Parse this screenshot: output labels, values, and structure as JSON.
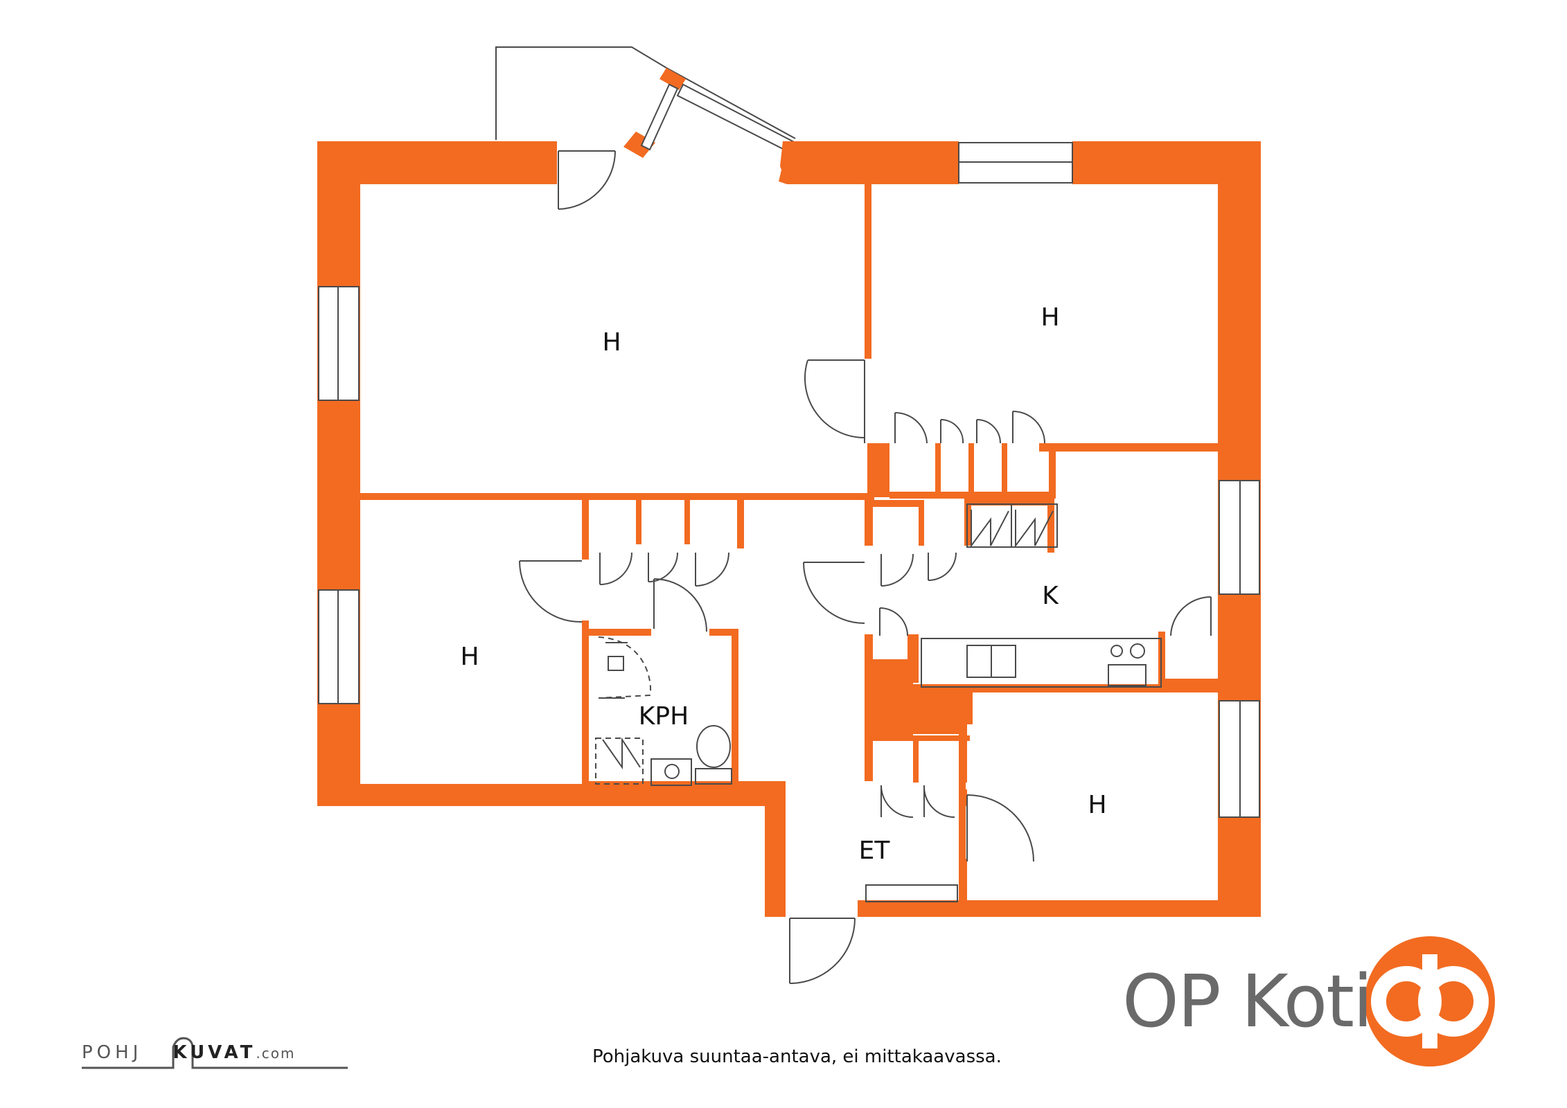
{
  "rooms": [
    {
      "label": "H"
    },
    {
      "label": "H"
    },
    {
      "label": "H"
    },
    {
      "label": "K"
    },
    {
      "label": "KPH"
    },
    {
      "label": "ET"
    },
    {
      "label": "H"
    }
  ],
  "brand": {
    "name": "OP Koti",
    "logo": "op-logo",
    "accent": "#f26b21"
  },
  "disclaimer": "Pohjakuva suuntaa-antava, ei mittakaavassa.",
  "credit": {
    "part1": "POHJ",
    "part2": "KUVAT",
    "part3": ".com"
  },
  "colors": {
    "wall": "#f26b21",
    "line": "#4a4a4a",
    "text": "#6a6a6a"
  }
}
